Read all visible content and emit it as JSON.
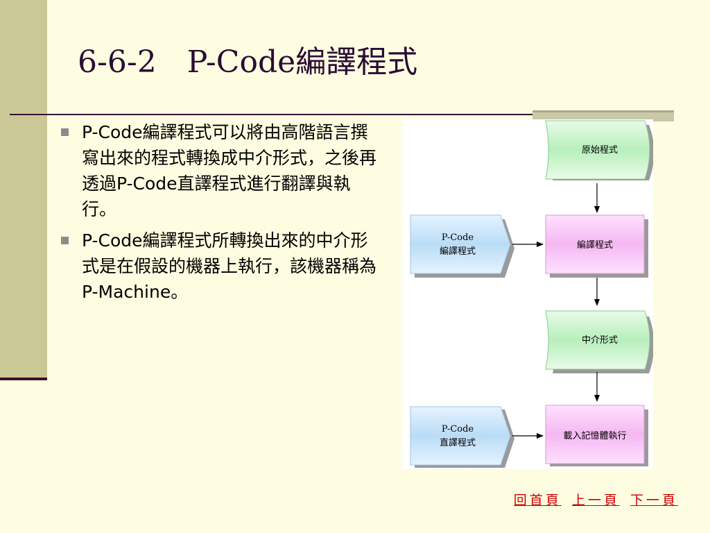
{
  "slide": {
    "title": "6-6-2　P-Code編譯程式",
    "bullets": [
      "P-Code編譯程式可以將由高階語言撰寫出來的程式轉換成中介形式，之後再透過P-Code直譯程式進行翻譯與執行。",
      "P-Code編譯程式所轉換出來的中介形式是在假設的機器上執行，該機器稱為P-Machine。"
    ]
  },
  "diagram": {
    "source_program": "原始程式",
    "compiler_box": "編譯程式",
    "pcode_compiler_line1": "P-Code",
    "pcode_compiler_line2": "編譯程式",
    "intermediate": "中介形式",
    "pcode_interpreter_line1": "P-Code",
    "pcode_interpreter_line2": "直譯程式",
    "execute": "載入記憶體執行"
  },
  "nav": {
    "home": "回首頁",
    "prev": "上一頁",
    "next": "下一頁"
  },
  "colors": {
    "background": "#fffde1",
    "sidebar": "#cac894",
    "title": "#2a0c33",
    "nav_link": "#cc0000"
  }
}
